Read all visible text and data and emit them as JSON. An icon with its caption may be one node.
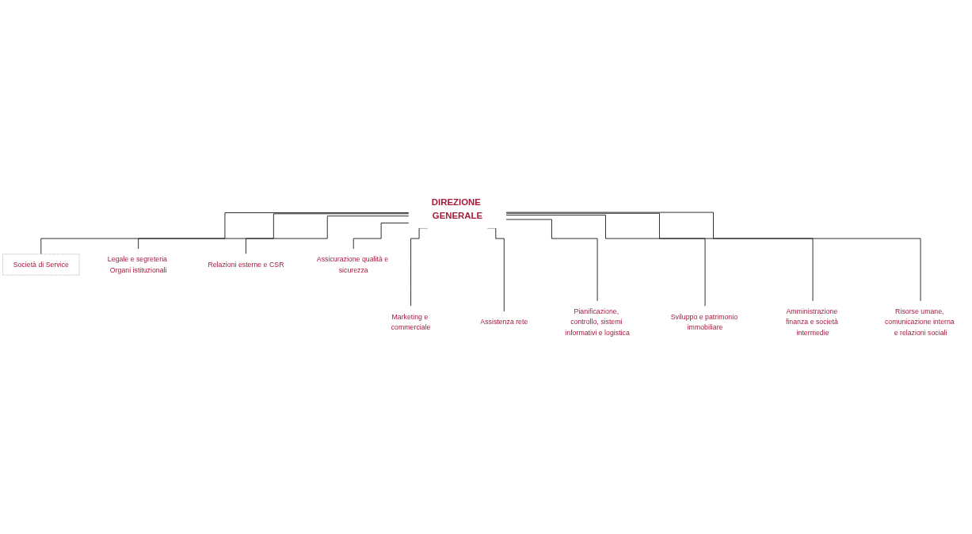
{
  "diagram": {
    "nodes": [
      {
        "text": [
          "DIREZIONE GENERALE"
        ]
      },
      {
        "text": [
          "Società di Service"
        ]
      },
      {
        "text": [
          "Legale e segreteria Organi istituzionali"
        ]
      },
      {
        "text": [
          "Relazioni esterne e CSR"
        ]
      },
      {
        "text": [
          "Assicurazione qualità e sicurezza"
        ]
      },
      {
        "text": [
          "Marketing e commerciale"
        ]
      },
      {
        "text": [
          "Assistenza rete"
        ]
      },
      {
        "text": [
          "Pianificazione, controllo, sistemi informativi e logistica"
        ]
      },
      {
        "text": [
          "Sviluppo e patrimonio immobiliare"
        ]
      },
      {
        "text": [
          "Amministrazione finanza e società intermedie"
        ]
      },
      {
        "text": [
          "Risorse umane, comunicazione interna e relazioni sociali"
        ]
      }
    ],
    "edges": [
      {
        "from": 0,
        "to": 1,
        "arrow": "none"
      },
      {
        "from": 0,
        "to": 2,
        "arrow": "none"
      },
      {
        "from": 0,
        "to": 3,
        "arrow": "none"
      },
      {
        "from": 0,
        "to": 4,
        "arrow": "none"
      },
      {
        "from": 0,
        "to": 5,
        "arrow": "none"
      },
      {
        "from": 0,
        "to": 6,
        "arrow": "none"
      },
      {
        "from": 0,
        "to": 7,
        "arrow": "none"
      },
      {
        "from": 0,
        "to": 8,
        "arrow": "none"
      },
      {
        "from": 0,
        "to": 9,
        "arrow": "none"
      },
      {
        "from": 0,
        "to": 10,
        "arrow": "none"
      }
    ]
  }
}
